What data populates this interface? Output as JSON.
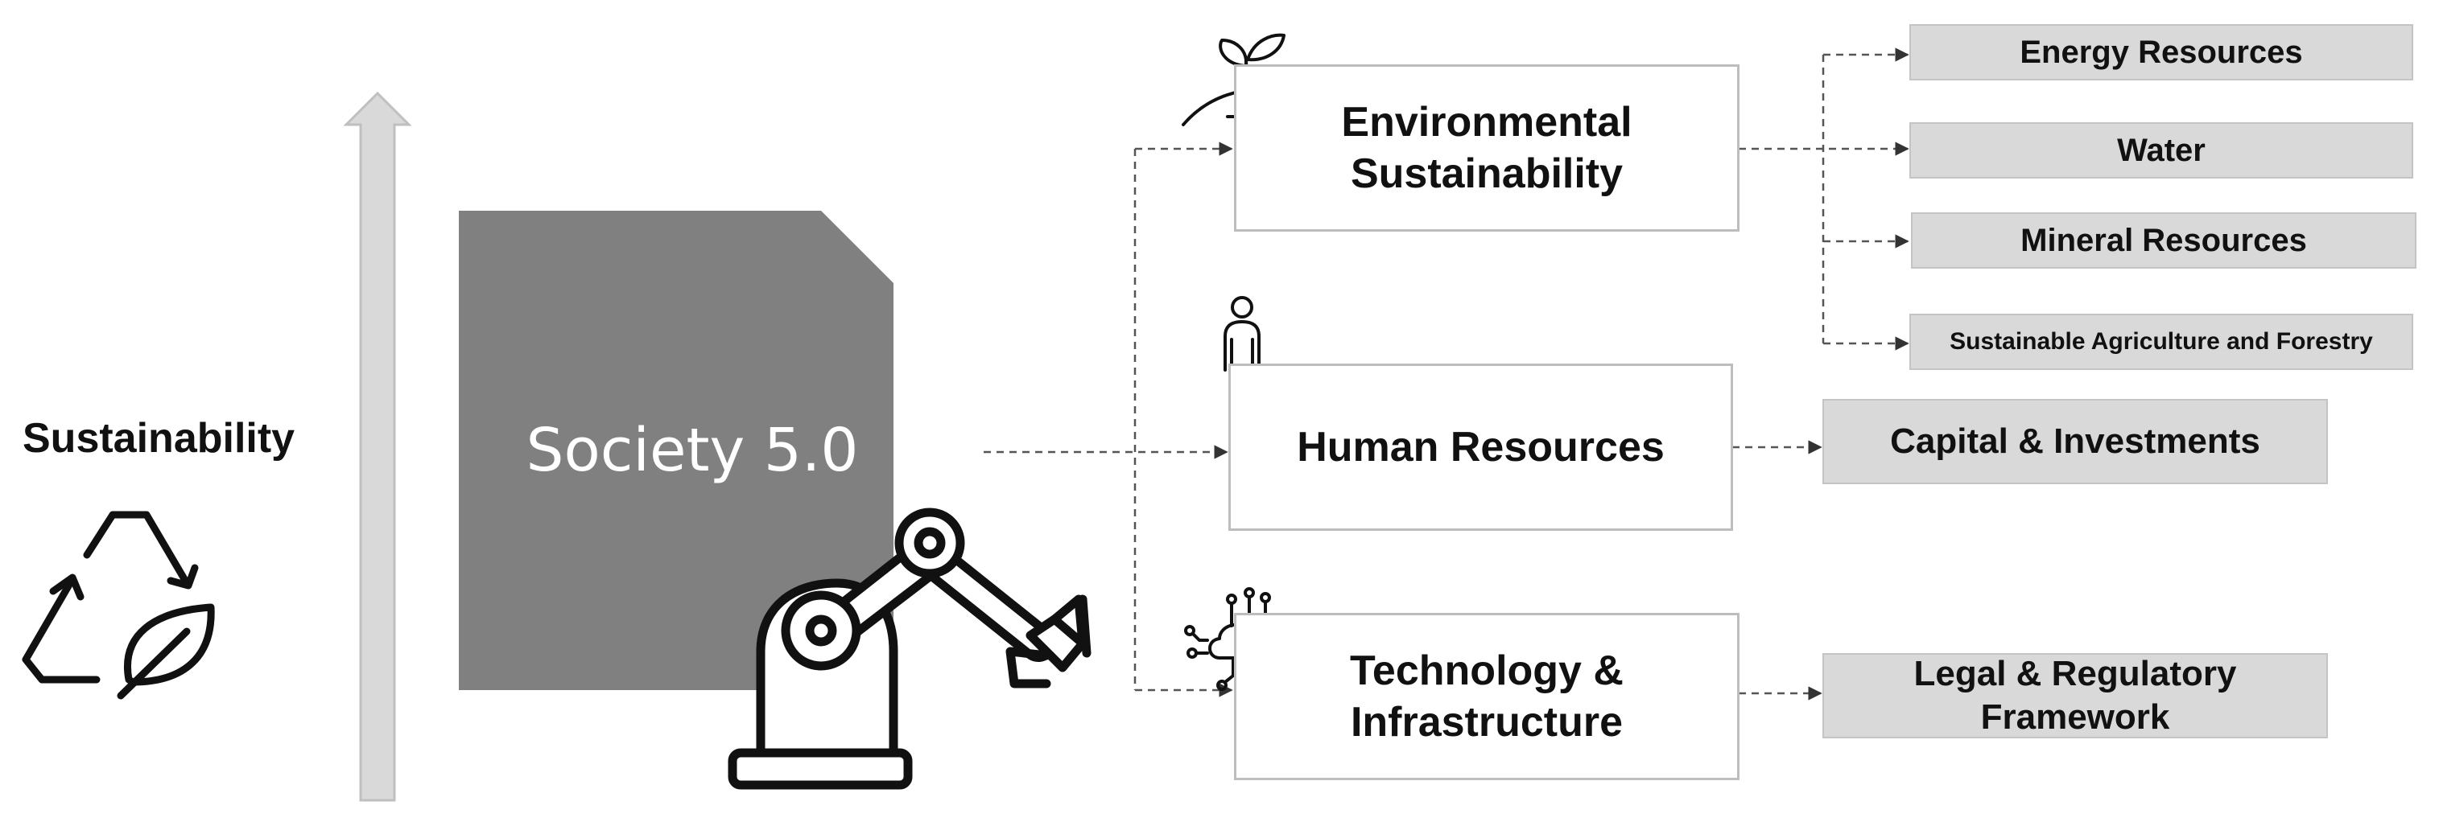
{
  "left": {
    "title": "Sustainability"
  },
  "society": {
    "label": "Society 5.0"
  },
  "pillars": {
    "environmental": "Environmental Sustainability",
    "human": "Human Resources",
    "technology": "Technology & Infrastructure"
  },
  "outcomes": {
    "energy": "Energy Resources",
    "water": "Water",
    "mineral": "Mineral Resources",
    "agri": "Sustainable Agriculture and Forestry",
    "capital": "Capital & Investments",
    "legal": "Legal & Regulatory Framework"
  },
  "icons": {
    "recycle": "recycle-leaf-icon",
    "plant": "plant-in-hand-icon",
    "person": "person-icon",
    "cloud": "cloud-network-icon",
    "robot": "robotic-arm-icon"
  },
  "colors": {
    "society_fill": "#808080",
    "outcome_fill": "#d9d9d9",
    "arrow_fill": "#d9d9d9",
    "connector": "#555555"
  }
}
